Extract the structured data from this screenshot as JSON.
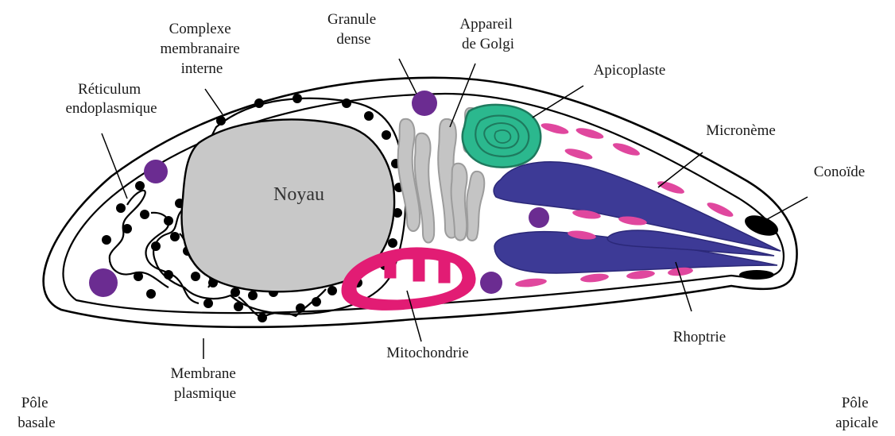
{
  "labels": {
    "complexe": [
      "Complexe",
      "membranaire",
      "interne"
    ],
    "granule": [
      "Granule",
      "dense"
    ],
    "golgi": [
      "Appareil",
      "de Golgi"
    ],
    "apicoplaste": [
      "Apicoplaste"
    ],
    "reticulum": [
      "Réticulum",
      "endoplasmique"
    ],
    "microneme": [
      "Micronème"
    ],
    "conoide": [
      "Conoïde"
    ],
    "noyau": [
      "Noyau"
    ],
    "rhoptrie": [
      "Rhoptrie"
    ],
    "mitochondrie": [
      "Mitochondrie"
    ],
    "membrane": [
      "Membrane",
      "plasmique"
    ],
    "pole_basal": [
      "Pôle",
      "basale"
    ],
    "pole_apical": [
      "Pôle",
      "apicale"
    ]
  },
  "colors": {
    "outline": "#000000",
    "nucleus": "#c8c8c8",
    "golgi": "#c4c4c4",
    "dense_granule": "#6b2c91",
    "apicoplast": "#2bb88e",
    "apicoplast_inner": "#1e7a5e",
    "microneme": "#e0479e",
    "rhoptry": "#3d3a96",
    "mitochondrion": "#e21c74",
    "conoid": "#000000",
    "er_bead": "#000000"
  }
}
